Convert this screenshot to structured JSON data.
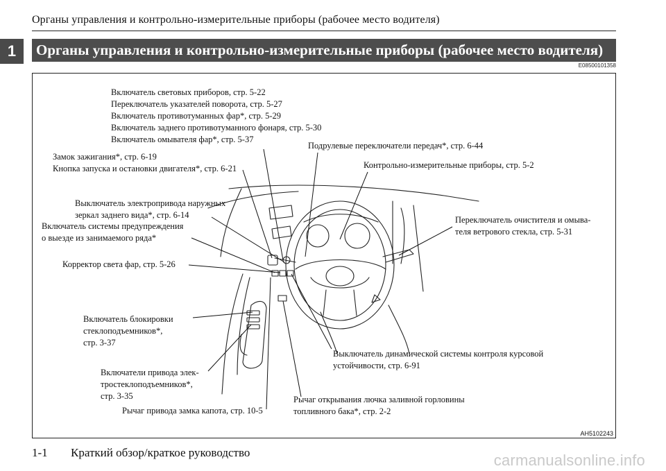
{
  "header": {
    "title": "Органы управления и контрольно-измерительные приборы (рабочее место водителя)"
  },
  "chapter_tab": "1",
  "section": {
    "title": "Органы управления и контрольно-измерительные приборы (рабочее место водителя)",
    "code": "E08500101358"
  },
  "figure": {
    "id": "AH5102243",
    "labels": {
      "lighting_group": [
        "Включатель световых приборов, стр. 5-22",
        "Переключатель указателей поворота, стр. 5-27",
        "Включатель противотуманных фар*, стр. 5-29",
        "Включатель заднего противотуманного фонаря, стр. 5-30",
        "Включатель омывателя фар*, стр. 5-37"
      ],
      "paddle_shifters": [
        "Подрулевые переключатели передач*, стр. 6-44"
      ],
      "ignition": [
        "Замок зажигания*, стр. 6-19",
        "Кнопка запуска и остановки двигателя*, стр. 6-21"
      ],
      "instrument_cluster": [
        "Контрольно-измерительные приборы, стр. 5-2"
      ],
      "mirror_switch": [
        "Выключатель электропривода наружных",
        "зеркал заднего вида*, стр. 6-14"
      ],
      "wiper_switch": [
        "Переключатель очистителя и омыва-",
        "теля ветрового стекла, стр. 5-31"
      ],
      "rear_seat_warning": [
        "Включатель системы предупреждения",
        "о выезде из занимаемого ряда*"
      ],
      "headlight_leveling": [
        "Корректор света фар, стр. 5-26"
      ],
      "window_lock": [
        "Включатель блокировки",
        "стеклоподъемников*,",
        "стр. 3-37"
      ],
      "stability_control": [
        "Выключатель динамической системы контроля курсовой",
        "устойчивости, стр. 6-91"
      ],
      "power_windows": [
        "Включатели привода элек-",
        "тростеклоподъемников*,",
        "стр. 3-35"
      ],
      "fuel_door": [
        "Рычаг открывания лючка заливной горловины",
        "топливного бака*, стр. 2-2"
      ],
      "hood_release": [
        "Рычаг привода замка капота, стр. 10-5"
      ]
    }
  },
  "footer": {
    "page": "1-1",
    "text": "Краткий обзор/краткое руководство"
  },
  "watermark": "carmanualsonline.info"
}
